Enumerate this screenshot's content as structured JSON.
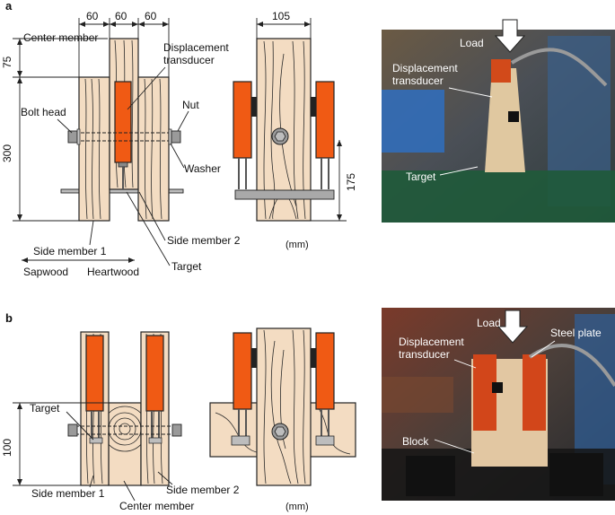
{
  "panels": {
    "a": {
      "label": "a",
      "dims_top": [
        "60",
        "60",
        "60"
      ],
      "dim_width": "105",
      "dim_75": "75",
      "dim_300": "300",
      "dim_175": "175",
      "labels": {
        "center_member": "Center member",
        "displacement_1": "Displacement",
        "displacement_2": "transducer",
        "nut": "Nut",
        "bolt_head": "Bolt head",
        "washer": "Washer",
        "side_member_1": "Side member 1",
        "side_member_2": "Side member 2",
        "target": "Target",
        "sapwood": "Sapwood",
        "heartwood": "Heartwood",
        "unit": "(mm)"
      },
      "photo": {
        "load": "Load",
        "displacement_1": "Displacement",
        "displacement_2": "transducer",
        "target": "Target"
      }
    },
    "b": {
      "label": "b",
      "dim_100": "100",
      "labels": {
        "target": "Target",
        "side_member_1": "Side member 1",
        "center_member": "Center member",
        "side_member_2": "Side member 2",
        "unit": "(mm)"
      },
      "photo": {
        "load": "Load",
        "steel_plate": "Steel plate",
        "displacement_1": "Displacement",
        "displacement_2": "transducer",
        "block": "Block"
      }
    }
  },
  "colors": {
    "wood": "#f3dcc2",
    "sensor": "#f05a14",
    "photo_bg_a": "#4a4f56",
    "photo_bg_b": "#3b3f44"
  }
}
